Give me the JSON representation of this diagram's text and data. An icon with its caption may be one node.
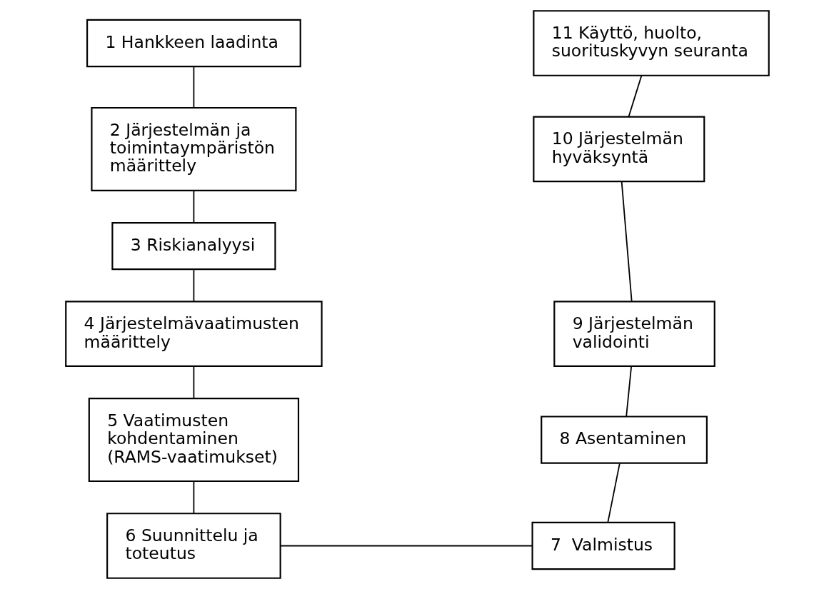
{
  "diagram": {
    "nodes": [
      {
        "text": [
          "1 Hankkeen laadinta"
        ]
      },
      {
        "text": [
          "2 Järjestelmän ja toimintaympäristön määrittely"
        ]
      },
      {
        "text": [
          "3 Riskianalyysi"
        ]
      },
      {
        "text": [
          "4 Järjestelmävaatimusten määrittely"
        ]
      },
      {
        "text": [
          "5 Vaatimusten kohdentaminen (RAMS-vaatimukset)"
        ]
      },
      {
        "text": [
          "6 Suunnittelu ja toteutus"
        ]
      },
      {
        "text": [
          "7  Valmistus"
        ]
      },
      {
        "text": [
          "8 Asentaminen"
        ]
      },
      {
        "text": [
          "9 Järjestelmän validointi"
        ]
      },
      {
        "text": [
          "10 Järjestelmän hyväksyntä"
        ]
      },
      {
        "text": [
          "11 Käyttö, huolto, suorituskyvyn seuranta"
        ]
      }
    ],
    "edges": [
      {
        "from": 0,
        "to": 1,
        "arrow": "none"
      },
      {
        "from": 1,
        "to": 2,
        "arrow": "none"
      },
      {
        "from": 2,
        "to": 3,
        "arrow": "none"
      },
      {
        "from": 3,
        "to": 4,
        "arrow": "none"
      },
      {
        "from": 4,
        "to": 5,
        "arrow": "none"
      },
      {
        "from": 5,
        "to": 6,
        "arrow": "none"
      },
      {
        "from": 6,
        "to": 7,
        "arrow": "none"
      },
      {
        "from": 7,
        "to": 8,
        "arrow": "none"
      },
      {
        "from": 8,
        "to": 9,
        "arrow": "none"
      },
      {
        "from": 9,
        "to": 10,
        "arrow": "none"
      }
    ]
  }
}
